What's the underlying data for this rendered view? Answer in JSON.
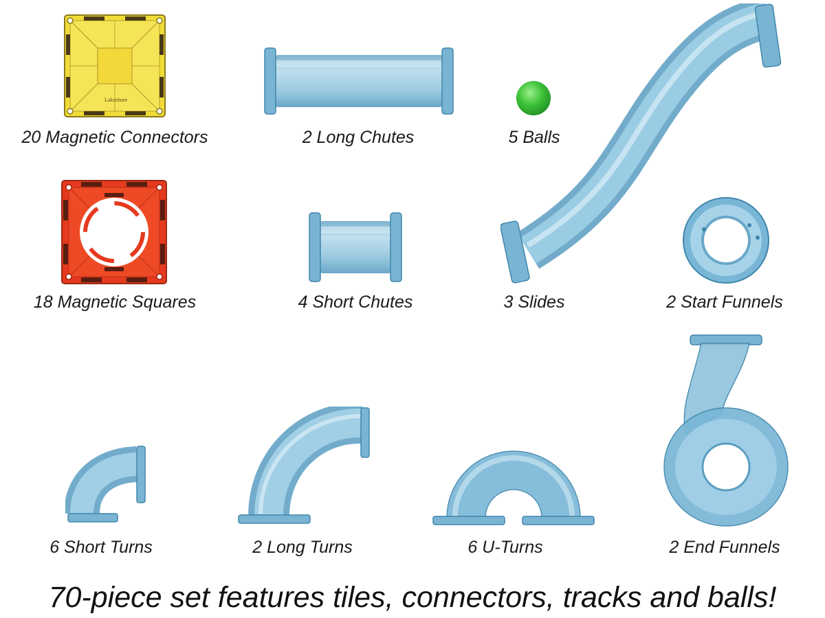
{
  "colors": {
    "tube_blue": "#8ec3dc",
    "tube_blue_dark": "#4f93b6",
    "tile_yellow": "#f2dc3a",
    "tile_red": "#e63a1f",
    "ball_green": "#3fc23a"
  },
  "tiles": {
    "yellow_brand": "Lakeshore"
  },
  "pieces": [
    {
      "id": "magnetic-connectors",
      "label": "20 Magnetic Connectors"
    },
    {
      "id": "long-chutes",
      "label": "2 Long Chutes"
    },
    {
      "id": "balls",
      "label": "5 Balls"
    },
    {
      "id": "magnetic-squares",
      "label": "18 Magnetic Squares"
    },
    {
      "id": "short-chutes",
      "label": "4 Short Chutes"
    },
    {
      "id": "slides",
      "label": "3 Slides"
    },
    {
      "id": "start-funnels",
      "label": "2 Start Funnels"
    },
    {
      "id": "short-turns",
      "label": "6 Short Turns"
    },
    {
      "id": "long-turns",
      "label": "2 Long Turns"
    },
    {
      "id": "u-turns",
      "label": "6 U-Turns"
    },
    {
      "id": "end-funnels",
      "label": "2 End Funnels"
    }
  ],
  "headline": "70-piece set features tiles, connectors, tracks and balls!"
}
